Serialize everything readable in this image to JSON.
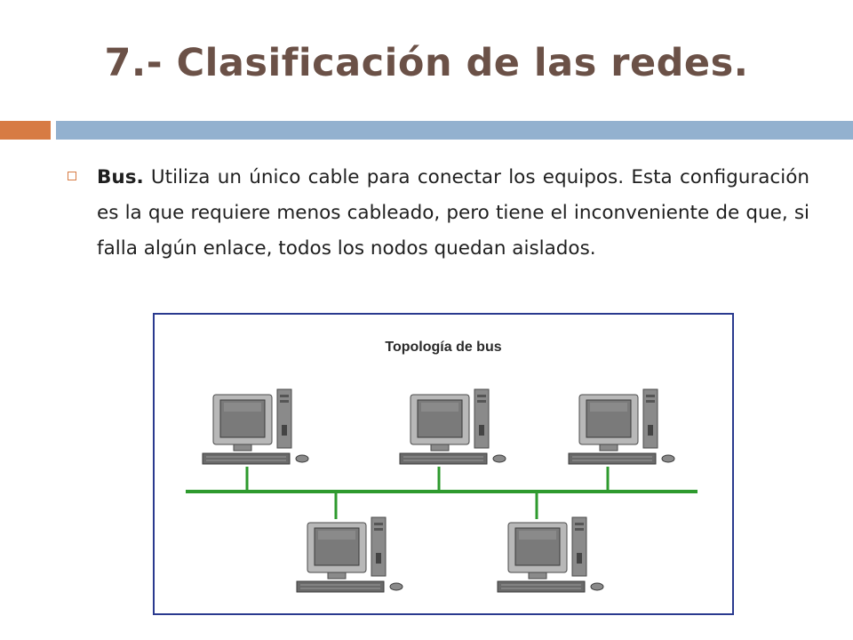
{
  "slide": {
    "title": "7.- Clasificación de las redes.",
    "bullet_term": "Bus.",
    "bullet_text": " Utiliza un único cable para conectar los equipos. Esta configuración es la que requiere menos cableado, pero tiene el inconveniente de que, si falla algún enlace, todos los nodos quedan aislados."
  },
  "figure": {
    "title": "Topología de bus",
    "bus_color": "#2e9a2e",
    "border_color": "#2a3a8f"
  },
  "colors": {
    "title": "#6b5147",
    "accent_orange": "#d77b44",
    "accent_blue": "#93b1cf"
  }
}
